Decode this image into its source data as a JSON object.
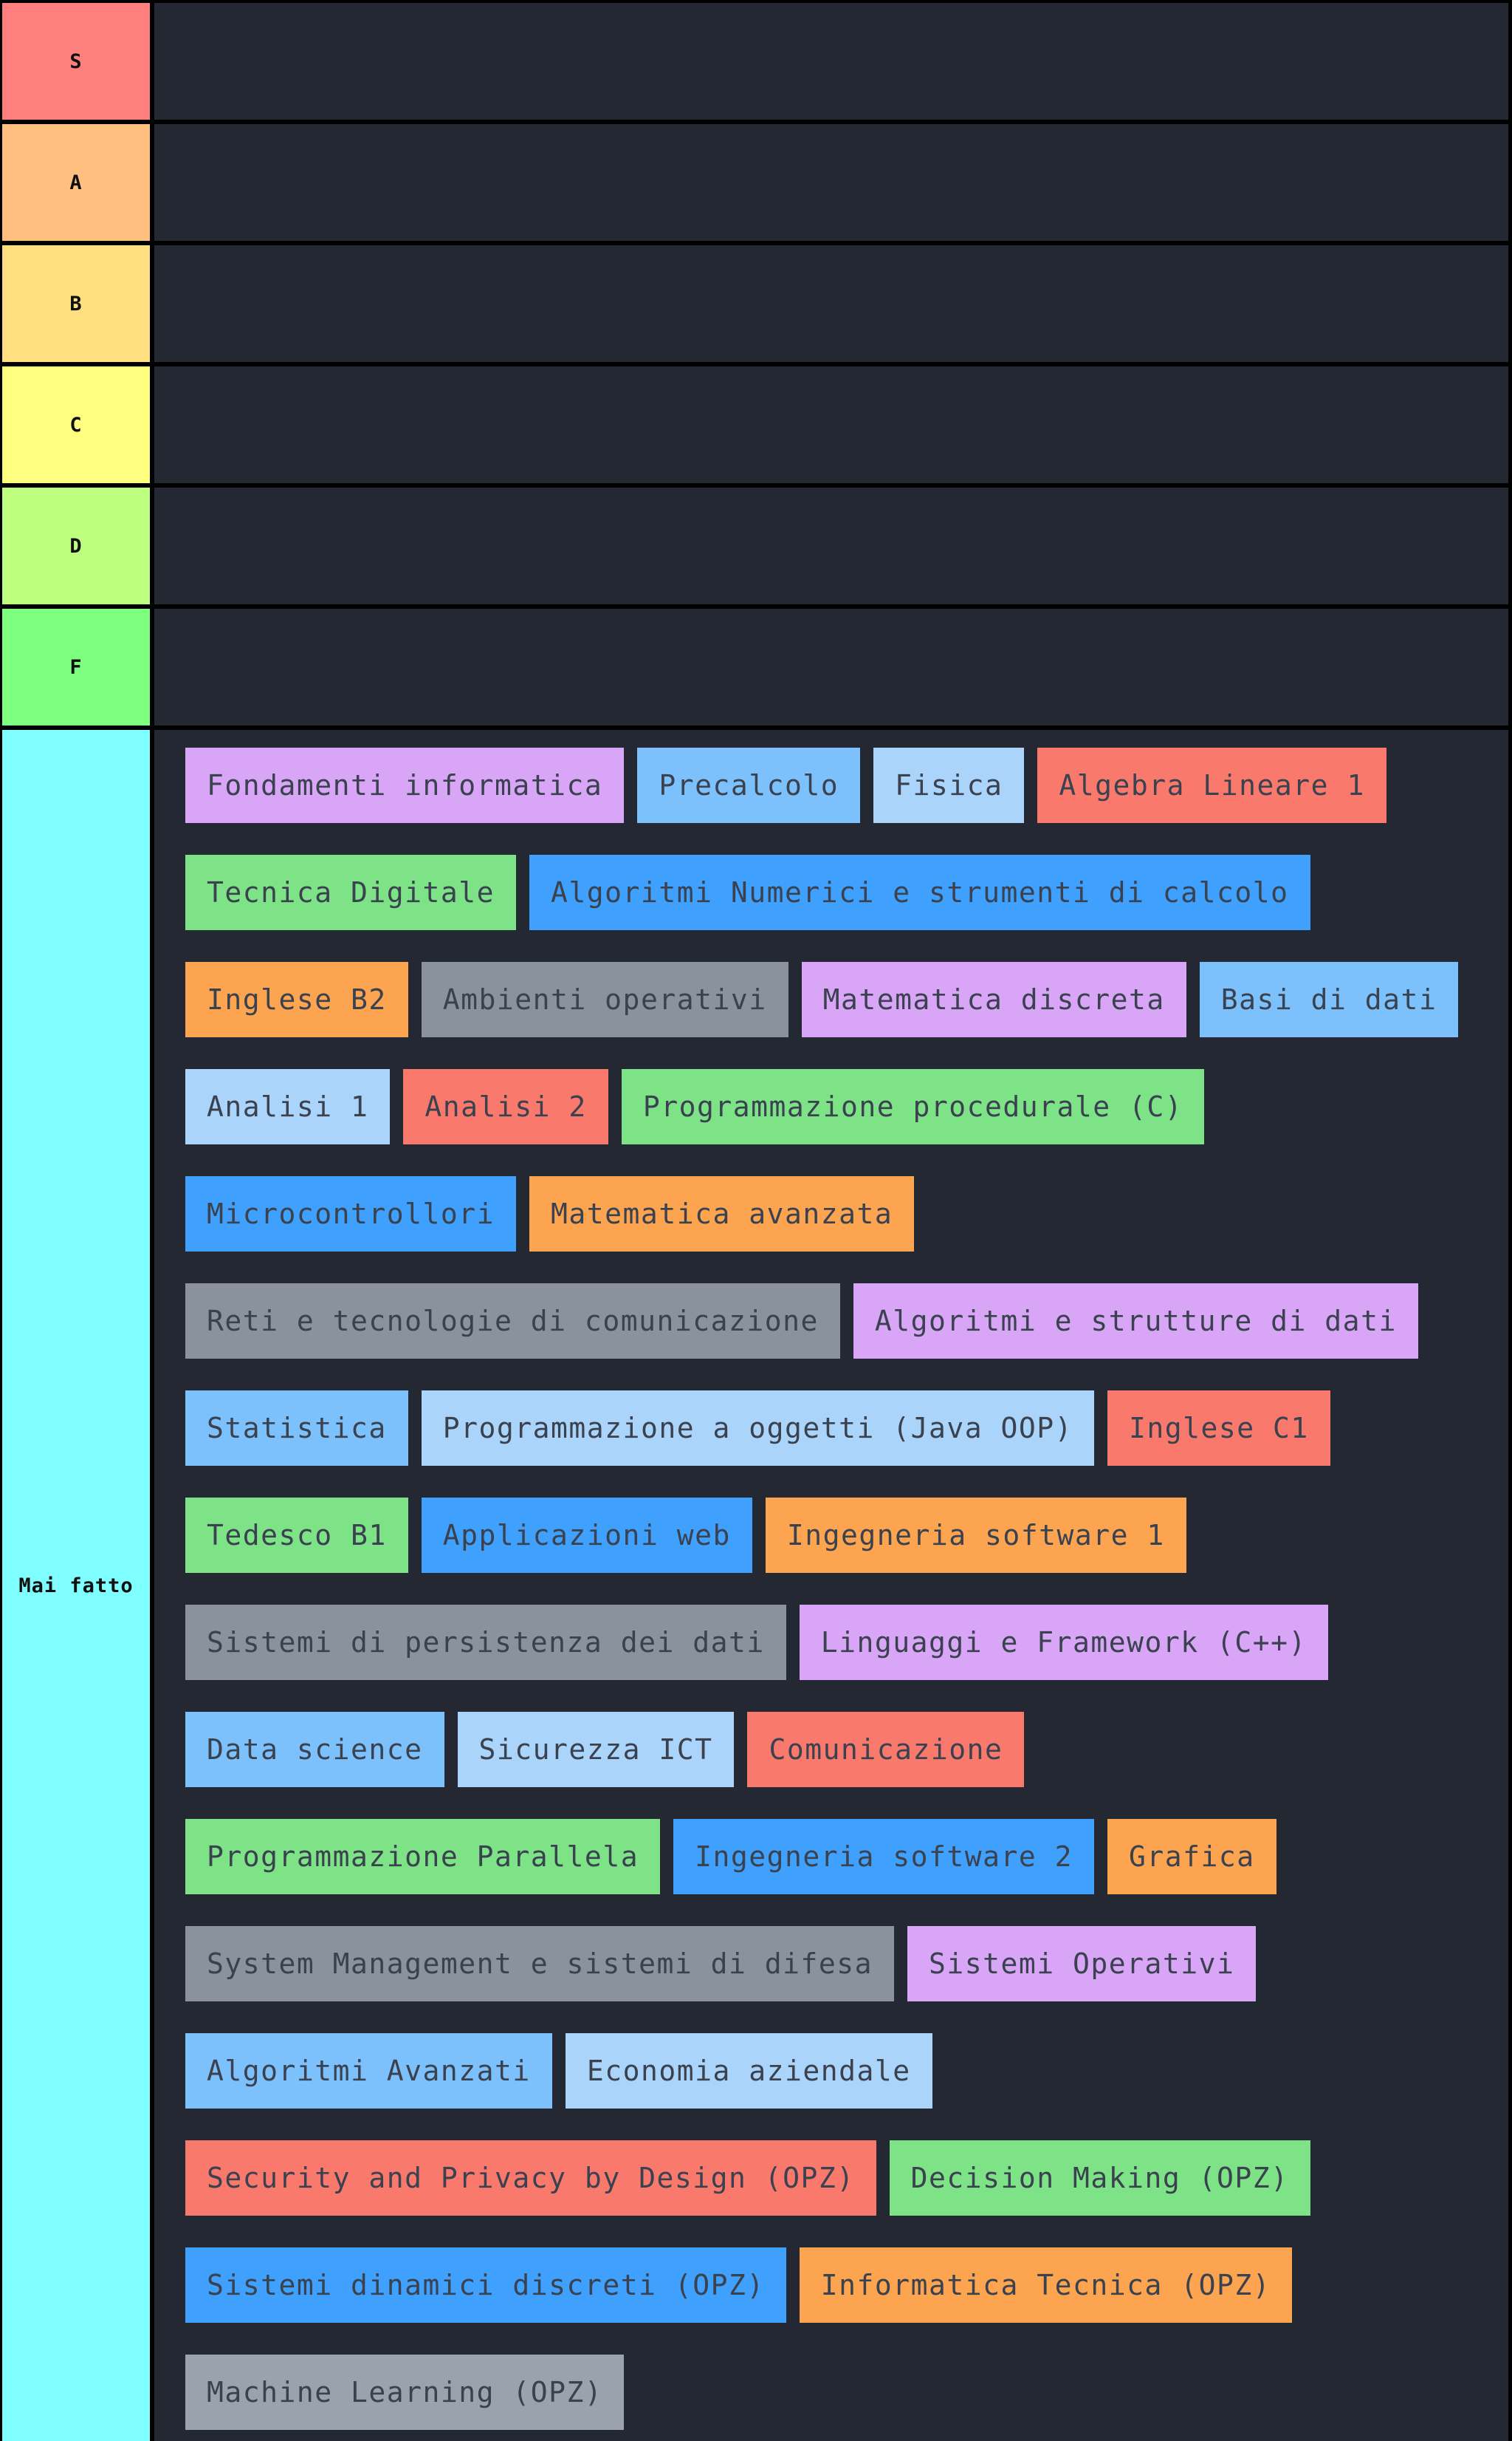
{
  "board": {
    "background": "#232833",
    "gap_color": "#000000",
    "item_text_color": "#3a414f",
    "label_text_color": "#101010"
  },
  "palette": {
    "purple": "#d9a6f7",
    "blue": "#3fa0fd",
    "skyblue": "#7cc1fc",
    "lightblue": "#abd4fb",
    "salmon": "#fa796d",
    "green": "#7ee387",
    "orange": "#fca44f",
    "gray": "#8a929b",
    "lightgray": "#9aa2ab"
  },
  "tiers": [
    {
      "label": "S",
      "color": "#ff7f7f",
      "rows": []
    },
    {
      "label": "A",
      "color": "#ffbf7f",
      "rows": []
    },
    {
      "label": "B",
      "color": "#ffdf7f",
      "rows": []
    },
    {
      "label": "C",
      "color": "#ffff7f",
      "rows": []
    },
    {
      "label": "D",
      "color": "#bfff7f",
      "rows": []
    },
    {
      "label": "F",
      "color": "#7fff7f",
      "rows": []
    },
    {
      "label": "Mai fatto",
      "color": "#7fffff",
      "rows": [
        {
          "items": [
            {
              "label": "Fondamenti informatica",
              "color": "purple"
            },
            {
              "label": "Precalcolo",
              "color": "skyblue"
            },
            {
              "label": "Fisica",
              "color": "lightblue"
            },
            {
              "label": "Algebra Lineare 1",
              "color": "salmon"
            }
          ]
        },
        {
          "items": [
            {
              "label": "Tecnica Digitale",
              "color": "green"
            },
            {
              "label": "Algoritmi Numerici e strumenti di calcolo",
              "color": "blue"
            }
          ]
        },
        {
          "items": [
            {
              "label": "Inglese B2",
              "color": "orange"
            },
            {
              "label": "Ambienti operativi",
              "color": "gray"
            },
            {
              "label": "Matematica discreta",
              "color": "purple"
            },
            {
              "label": "Basi di dati",
              "color": "skyblue"
            }
          ]
        },
        {
          "items": [
            {
              "label": "Analisi 1",
              "color": "lightblue"
            },
            {
              "label": "Analisi 2",
              "color": "salmon"
            },
            {
              "label": "Programmazione procedurale (C)",
              "color": "green"
            }
          ]
        },
        {
          "items": [
            {
              "label": "Microcontrollori",
              "color": "blue"
            },
            {
              "label": "Matematica avanzata",
              "color": "orange"
            }
          ]
        },
        {
          "items": [
            {
              "label": "Reti e tecnologie di comunicazione",
              "color": "gray"
            },
            {
              "label": "Algoritmi e strutture di dati",
              "color": "purple"
            }
          ]
        },
        {
          "items": [
            {
              "label": "Statistica",
              "color": "skyblue"
            },
            {
              "label": "Programmazione a oggetti (Java OOP)",
              "color": "lightblue"
            },
            {
              "label": "Inglese C1",
              "color": "salmon"
            }
          ]
        },
        {
          "items": [
            {
              "label": "Tedesco B1",
              "color": "green"
            },
            {
              "label": "Applicazioni web",
              "color": "blue"
            },
            {
              "label": "Ingegneria software 1",
              "color": "orange"
            }
          ]
        },
        {
          "items": [
            {
              "label": "Sistemi di persistenza dei dati",
              "color": "gray"
            },
            {
              "label": "Linguaggi e Framework (C++)",
              "color": "purple"
            }
          ]
        },
        {
          "items": [
            {
              "label": "Data science",
              "color": "skyblue"
            },
            {
              "label": "Sicurezza ICT",
              "color": "lightblue"
            },
            {
              "label": "Comunicazione",
              "color": "salmon"
            }
          ]
        },
        {
          "items": [
            {
              "label": "Programmazione Parallela",
              "color": "green"
            },
            {
              "label": "Ingegneria software 2",
              "color": "blue"
            },
            {
              "label": "Grafica",
              "color": "orange"
            }
          ]
        },
        {
          "items": [
            {
              "label": "System Management e sistemi di difesa",
              "color": "gray"
            },
            {
              "label": "Sistemi Operativi",
              "color": "purple"
            }
          ]
        },
        {
          "items": [
            {
              "label": "Algoritmi Avanzati",
              "color": "skyblue"
            },
            {
              "label": "Economia aziendale",
              "color": "lightblue"
            }
          ]
        },
        {
          "items": [
            {
              "label": "Security and Privacy by Design (OPZ)",
              "color": "salmon"
            },
            {
              "label": "Decision Making (OPZ)",
              "color": "green"
            }
          ]
        },
        {
          "items": [
            {
              "label": "Sistemi dinamici discreti (OPZ)",
              "color": "blue"
            },
            {
              "label": "Informatica Tecnica (OPZ)",
              "color": "orange"
            }
          ]
        },
        {
          "items": [
            {
              "label": "Machine Learning (OPZ)",
              "color": "lightgray"
            }
          ]
        }
      ]
    }
  ]
}
